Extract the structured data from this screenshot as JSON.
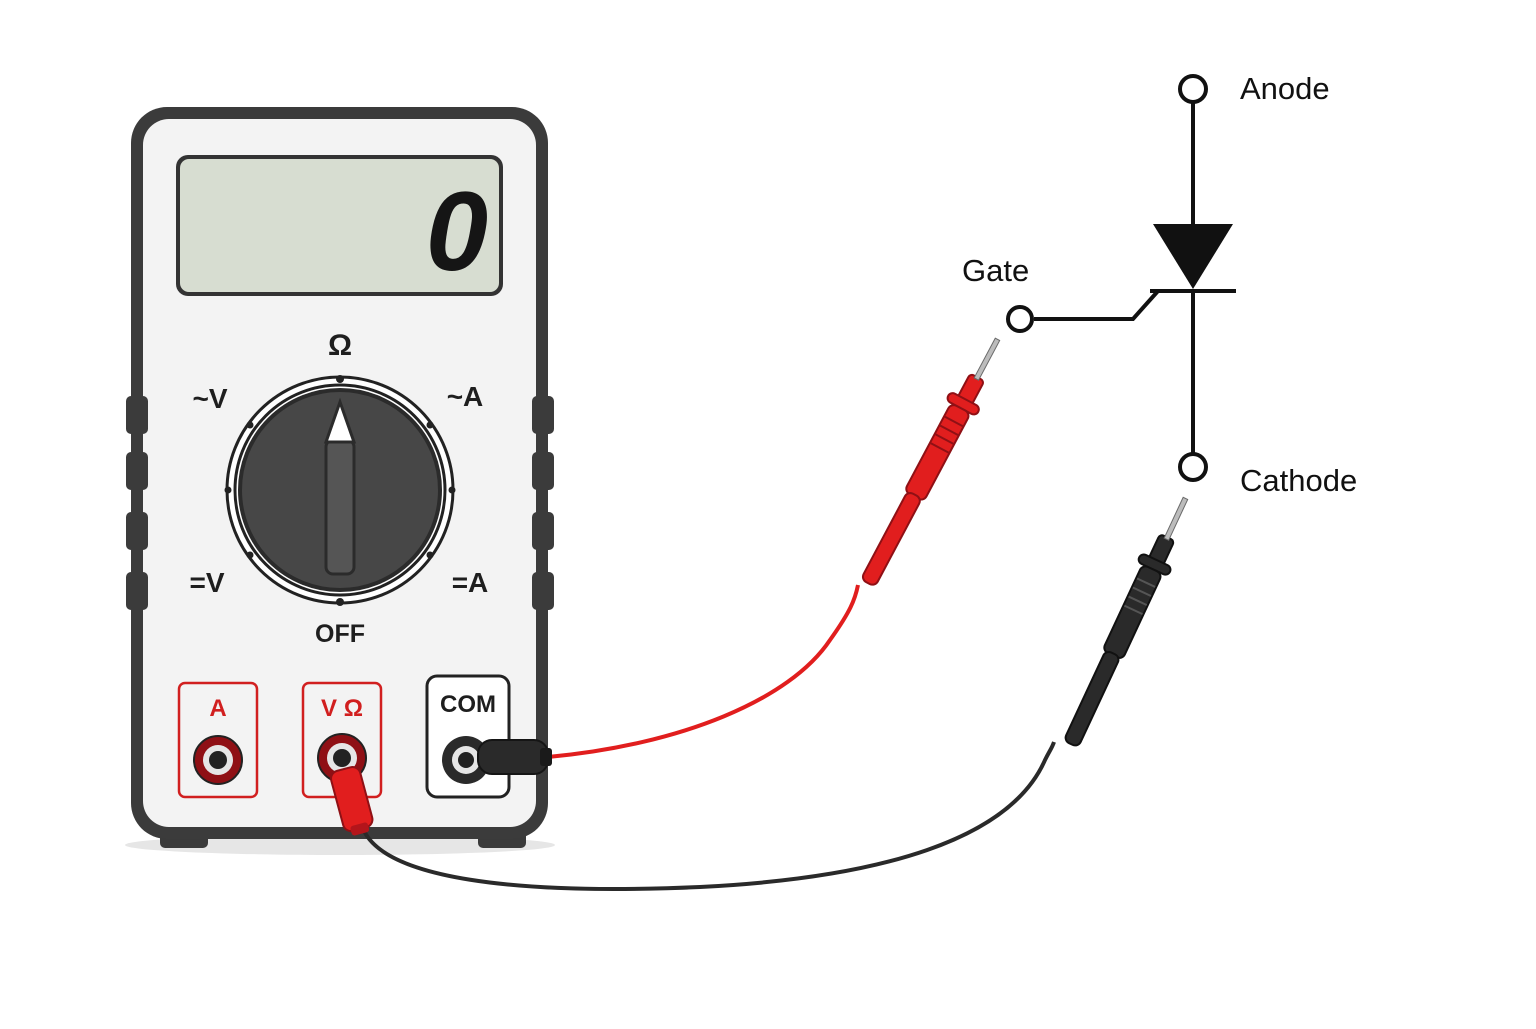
{
  "multimeter": {
    "display_value": "0",
    "dial": {
      "selected": "Ω",
      "labels": {
        "ohm": "Ω",
        "ac_volts": "~V",
        "ac_amps": "~A",
        "dc_volts": "=V",
        "dc_amps": "=A",
        "off": "OFF"
      }
    },
    "jacks": {
      "amps": "A",
      "volt_ohm": "V Ω",
      "common": "COM"
    }
  },
  "circuit": {
    "component": "thyristor",
    "terminals": {
      "anode": "Anode",
      "gate": "Gate",
      "cathode": "Cathode"
    }
  },
  "colors": {
    "probe_red": "#e11e1e",
    "probe_black": "#2a2a2a",
    "jack_red": "#c0141c",
    "lcd": "#d7ddd1"
  }
}
